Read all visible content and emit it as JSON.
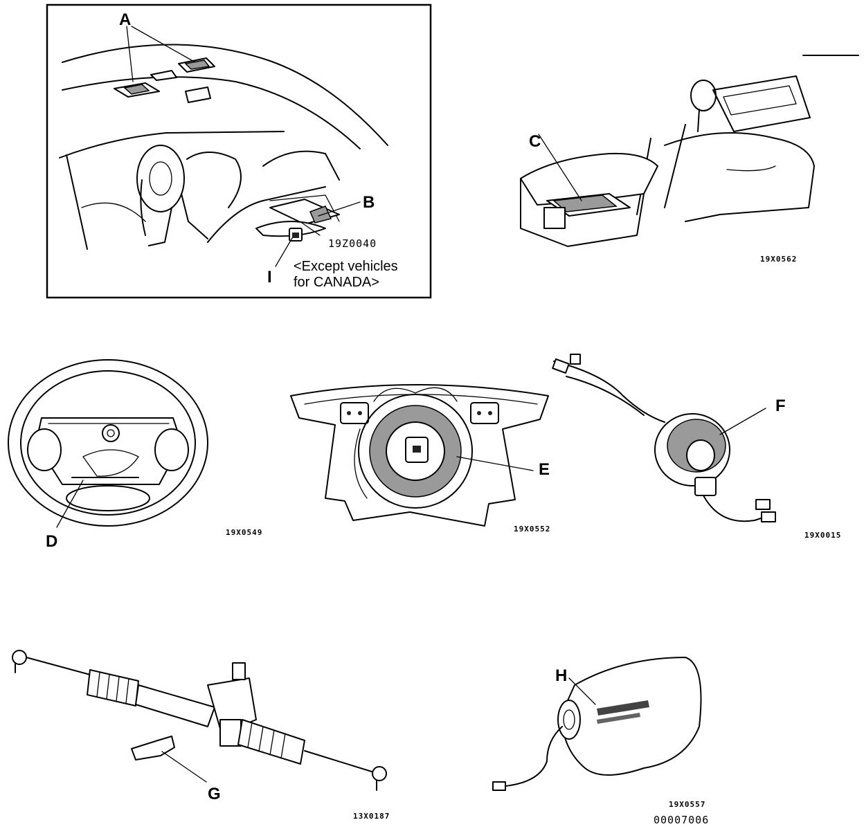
{
  "callouts": {
    "A": "A",
    "B": "B",
    "C": "C",
    "D": "D",
    "E": "E",
    "F": "F",
    "G": "G",
    "H": "H",
    "I": "I"
  },
  "panel_1": {
    "code": "19Z0040",
    "note_line1": "<Except vehicles",
    "note_line2": "for CANADA>"
  },
  "figure_codes": {
    "console": "19X0562",
    "steering_wheel": "19X0549",
    "airbag_module": "19X0552",
    "clock_spring": "19X0015",
    "steering_gear": "13X0187",
    "inflator": "19X0557"
  },
  "document_id": "00007006"
}
